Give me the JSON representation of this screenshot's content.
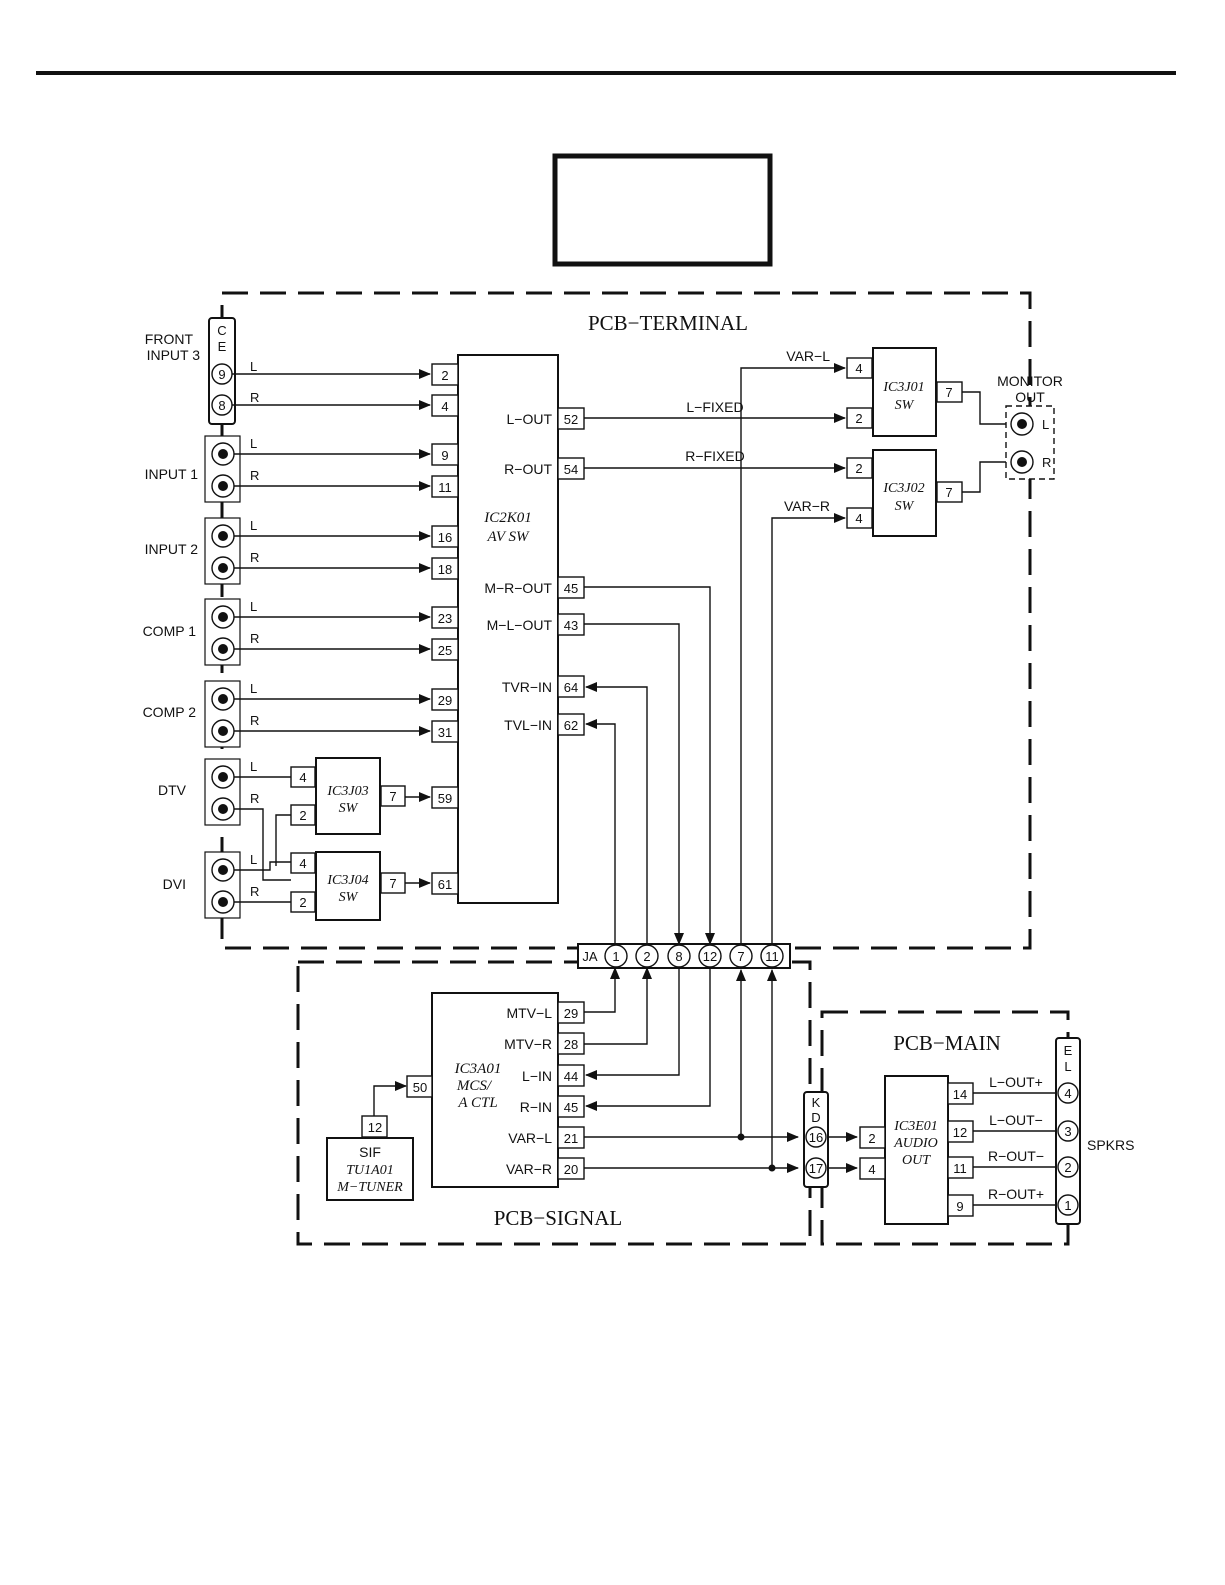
{
  "boards": {
    "terminal": "PCB−TERMINAL",
    "signal": "PCB−SIGNAL",
    "main": "PCB−MAIN"
  },
  "inputs": {
    "front3": {
      "line1": "FRONT",
      "line2": "INPUT  3",
      "conn": [
        "C",
        "E"
      ],
      "pin_l": "9",
      "pin_r": "8"
    },
    "input1": "INPUT  1",
    "input2": "INPUT  2",
    "comp1": "COMP  1",
    "comp2": "COMP  2",
    "dtv": "DTV",
    "dvi": "DVI",
    "l": "L",
    "r": "R"
  },
  "ic2k01": {
    "name": "IC2K01",
    "func": "AV  SW",
    "in_pins": [
      "2",
      "4",
      "9",
      "11",
      "16",
      "18",
      "23",
      "25",
      "29",
      "31",
      "59",
      "61"
    ],
    "right_pins": [
      {
        "label": "L−OUT",
        "pin": "52"
      },
      {
        "label": "R−OUT",
        "pin": "54"
      },
      {
        "label": "M−R−OUT",
        "pin": "45"
      },
      {
        "label": "M−L−OUT",
        "pin": "43"
      },
      {
        "label": "TVR−IN",
        "pin": "64"
      },
      {
        "label": "TVL−IN",
        "pin": "62"
      }
    ]
  },
  "ic3j03": {
    "name": "IC3J03",
    "func": "SW",
    "pins": [
      "4",
      "2",
      "7"
    ]
  },
  "ic3j04": {
    "name": "IC3J04",
    "func": "SW",
    "pins": [
      "4",
      "2",
      "7"
    ]
  },
  "ic3j01": {
    "name": "IC3J01",
    "func": "SW",
    "pins": [
      "4",
      "2",
      "7"
    ]
  },
  "ic3j02": {
    "name": "IC3J02",
    "func": "SW",
    "pins": [
      "2",
      "4",
      "7"
    ]
  },
  "signals": {
    "l_fixed": "L−FIXED",
    "r_fixed": "R−FIXED",
    "var_l": "VAR−L",
    "var_r": "VAR−R"
  },
  "monitor_out": {
    "line1": "MONITOR",
    "line2": "OUT",
    "l": "L",
    "r": "R"
  },
  "ja": {
    "name": "JA",
    "pins": [
      "1",
      "2",
      "8",
      "12",
      "7",
      "11"
    ]
  },
  "ic3a01": {
    "name": "IC3A01",
    "func1": "MCS/",
    "func2": "A  CTL",
    "left_pin": "50",
    "right_pins": [
      {
        "label": "MTV−L",
        "pin": "29"
      },
      {
        "label": "MTV−R",
        "pin": "28"
      },
      {
        "label": "L−IN",
        "pin": "44"
      },
      {
        "label": "R−IN",
        "pin": "45"
      },
      {
        "label": "VAR−L",
        "pin": "21"
      },
      {
        "label": "VAR−R",
        "pin": "20"
      }
    ]
  },
  "tuner": {
    "pin": "12",
    "line1": "SIF",
    "line2": "TU1A01",
    "line3": "M−TUNER"
  },
  "kd": {
    "conn": [
      "K",
      "D"
    ],
    "pins": [
      "16",
      "17"
    ]
  },
  "ic3e01": {
    "name": "IC3E01",
    "func1": "AUDIO",
    "func2": "OUT",
    "in_pins": [
      "2",
      "4"
    ],
    "out_pins": [
      "14",
      "12",
      "11",
      "9"
    ]
  },
  "speaker_lines": [
    "L−OUT+",
    "L−OUT−",
    "R−OUT−",
    "R−OUT+"
  ],
  "el": {
    "conn": [
      "E",
      "L"
    ],
    "pins": [
      "4",
      "3",
      "2",
      "1"
    ]
  },
  "spkrs": "SPKRS"
}
